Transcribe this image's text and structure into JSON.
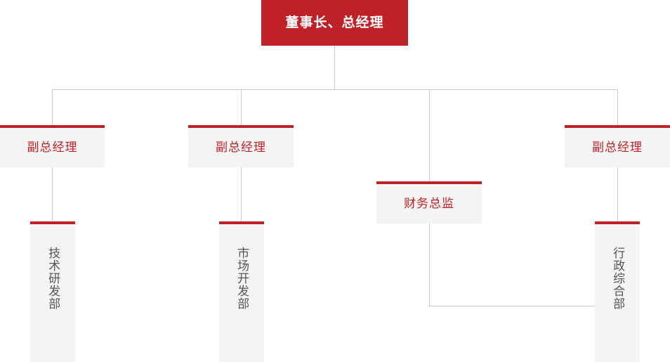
{
  "chart_title": "",
  "colors": {
    "primary_red": "#be2128",
    "text_red": "#bf2026",
    "box_background": "#f4f4f4",
    "line_gray": "#c9c9c9",
    "dept_text": "#555555",
    "root_text": "#ffffff",
    "page_background": "#ffffff"
  },
  "nodes": {
    "root": {
      "label": "董事长、总经理",
      "role": "chairman-general-manager"
    },
    "level2": [
      {
        "label": "副总经理",
        "role": "deputy-general-manager-1"
      },
      {
        "label": "副总经理",
        "role": "deputy-general-manager-2"
      },
      {
        "label": "副总经理",
        "role": "deputy-general-manager-3"
      }
    ],
    "finance": {
      "label": "财务总监",
      "role": "finance-director"
    },
    "departments": [
      {
        "label": "技术研发部",
        "role": "technology-rd-department"
      },
      {
        "label": "市场开发部",
        "role": "market-development-department"
      },
      {
        "label": "行政综合部",
        "role": "administration-department"
      }
    ]
  }
}
